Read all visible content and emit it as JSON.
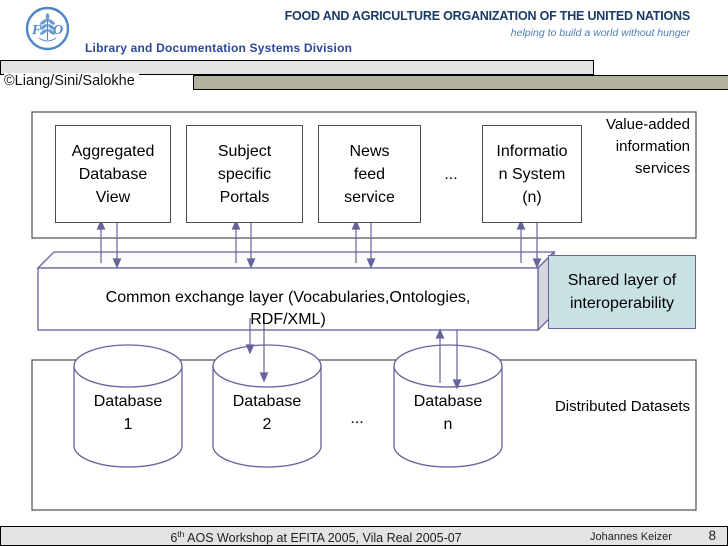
{
  "header": {
    "org_title": "FOOD AND AGRICULTURE ORGANIZATION OF THE UNITED NATIONS",
    "tagline": "helping to build a world without hunger",
    "division": "Library and Documentation Systems Division",
    "copyright": "©Liang/Sini/Salokhe",
    "logo_letter_f": "F",
    "logo_letter_o": "O"
  },
  "diagram": {
    "services": [
      {
        "label": "Aggregated\nDatabase\nView"
      },
      {
        "label": "Subject\nspecific\nPortals"
      },
      {
        "label": "News\nfeed\nservice"
      },
      {
        "label": "Informatio\nn System\n(n)"
      }
    ],
    "services_ellipsis": "...",
    "value_added_label": "Value-added\ninformation\nservices",
    "exchange_layer_label": "Common exchange layer (Vocabularies,Ontologies,\nRDF/XML)",
    "shared_layer_label": "Shared layer of\ninteroperability",
    "databases": [
      {
        "label": "Database\n1"
      },
      {
        "label": "Database\n2"
      },
      {
        "label": "Database\nn"
      }
    ],
    "databases_ellipsis": "...",
    "distributed_label": "Distributed Datasets"
  },
  "footer": {
    "workshop_prefix": "6",
    "workshop_sup": "th",
    "workshop_rest": " AOS Workshop at EFITA 2005, Vila Real 2005-07",
    "author": "Johannes Keizer",
    "page_number": "8"
  },
  "colors": {
    "accent_purple": "#64649b",
    "shared_layer_fill": "#c8e2e4",
    "org_title_navy": "#1b3a66",
    "tagline_blue": "#4a7fb5",
    "division_blue": "#2d4699",
    "bar_gray": "#e3e3e3",
    "bar_olive": "#b2b29d",
    "cube_side_gray": "#d6d6de"
  }
}
